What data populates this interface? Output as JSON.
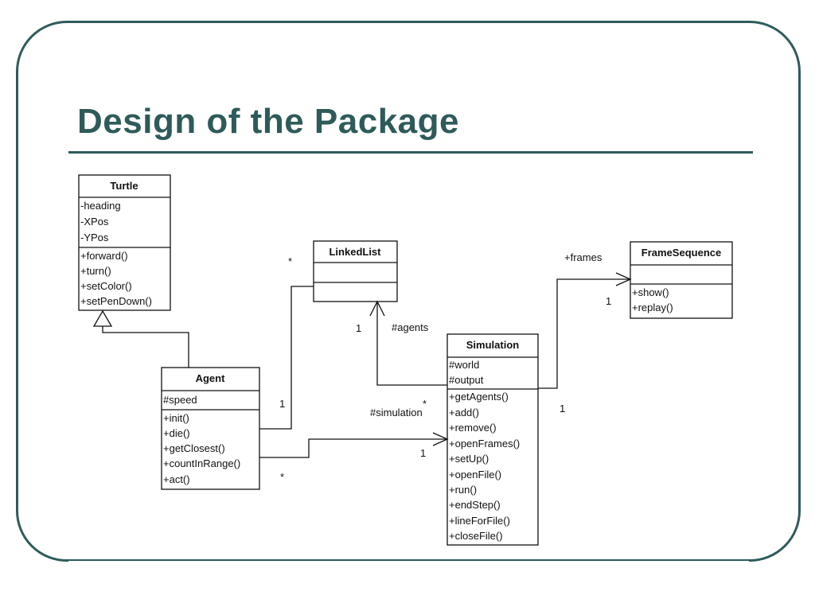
{
  "slide": {
    "title": "Design of the Package",
    "accent_color": "#2e5b5a"
  },
  "diagram": {
    "classes": {
      "turtle": {
        "name": "Turtle",
        "attributes": [
          "-heading",
          "-XPos",
          "-YPos"
        ],
        "operations": [
          "+forward()",
          "+turn()",
          "+setColor()",
          "+setPenDown()"
        ]
      },
      "linkedlist": {
        "name": "LinkedList",
        "attributes": [],
        "operations": []
      },
      "framesequence": {
        "name": "FrameSequence",
        "attributes": [],
        "operations": [
          "+show()",
          "+replay()"
        ]
      },
      "agent": {
        "name": "Agent",
        "attributes": [
          "#speed"
        ],
        "operations": [
          "+init()",
          "+die()",
          "+getClosest()",
          "+countInRange()",
          "+act()"
        ]
      },
      "simulation": {
        "name": "Simulation",
        "attributes": [
          "#world",
          "#output"
        ],
        "operations": [
          "+getAgents()",
          "+add()",
          "+remove()",
          "+openFrames()",
          "+setUp()",
          "+openFile()",
          "+run()",
          "+endStep()",
          "+lineForFile()",
          "+closeFile()"
        ]
      }
    },
    "labels": {
      "frames": "+frames",
      "agents": "#agents",
      "simulation": "#simulation",
      "star_linkedlist": "*",
      "one_agent_list": "1",
      "one_linkedlist": "1",
      "one_frameseq": "1",
      "one_sim_output": "1",
      "star_sim": "*",
      "one_sim": "1",
      "star_agent": "*"
    }
  }
}
